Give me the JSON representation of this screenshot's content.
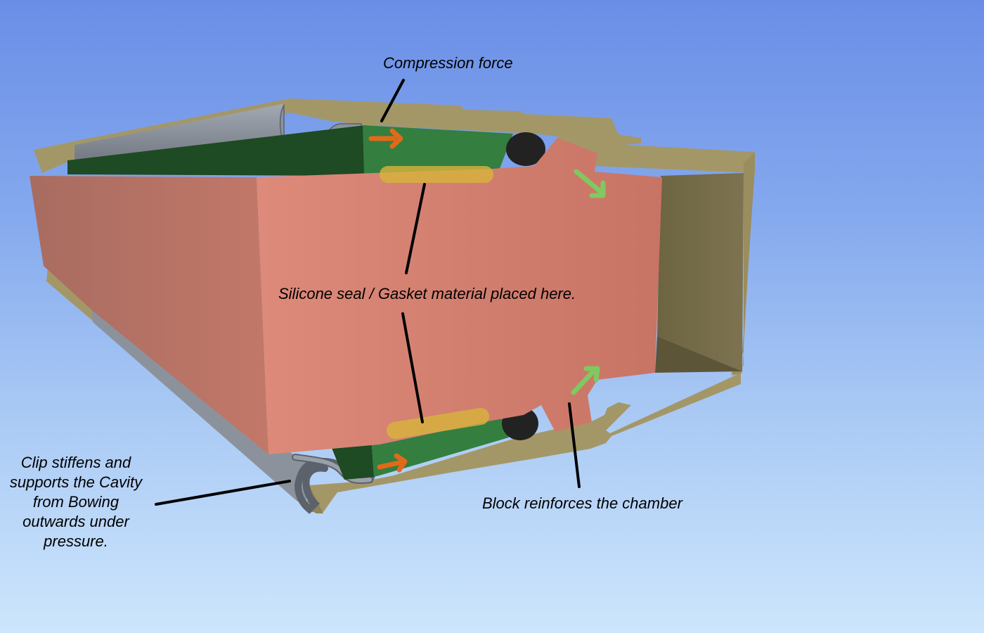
{
  "annotations": {
    "compression_force": "Compression force",
    "seal_gasket": "Silicone seal  / Gasket material placed here.",
    "block_reinforces": "Block reinforces the chamber",
    "clip_stiffens": "Clip stiffens and supports the Cavity from Bowing outwards under pressure."
  },
  "colors": {
    "background_top": "#6a8ee6",
    "background_bottom": "#cde6fd",
    "extrusion_tan": "#a49767",
    "clip_metal": "#8c929c",
    "gasket_green": "#347e3f",
    "block_salmon": "#d07c6e",
    "seal_highlight": "#d8b43c",
    "force_arrow": "#e06a1a",
    "reinforce_arrow": "#80c860",
    "o_ring": "#222222"
  }
}
